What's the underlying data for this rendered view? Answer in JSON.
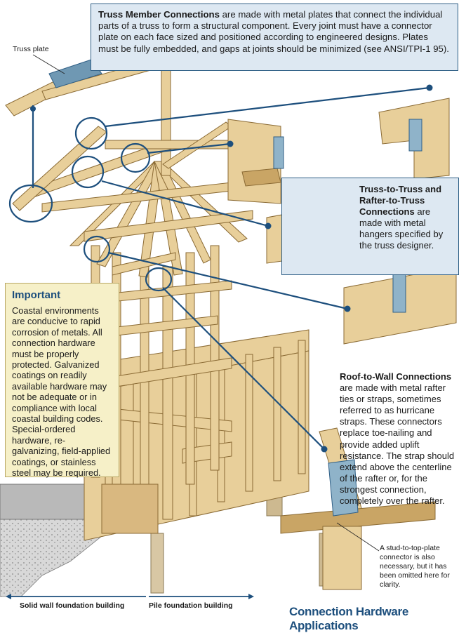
{
  "truss_callout": {
    "heading": "Truss Member Connections",
    "body": " are made with metal plates that connect the individual parts of a truss to form a structural component. Every joint must have a connector plate on each face sized and positioned according to engineered designs. Plates must be fully embedded, and gaps at joints should be minimized (see ANSI/TPI-1 95)."
  },
  "truss_plate_label": "Truss plate",
  "hanger_callout": {
    "heading": "Truss-to-Truss and Rafter-to-Truss Connections",
    "body": " are made with metal hangers specified by the truss designer."
  },
  "important": {
    "heading": "Important",
    "body": "Coastal environments are conducive to rapid corrosion of metals. All connection hardware must be properly protected. Galvanized coatings on readily available hardware may not be adequate or in compliance with local coastal building codes. Special-ordered hardware, re-galvanizing, field-applied coatings, or stainless steel may be required."
  },
  "roof_wall": {
    "heading": "Roof-to-Wall Connections",
    "body": " are made with metal rafter ties or straps, sometimes referred to as hurricane straps. These connectors replace toe-nailing and provide added uplift resistance. The strap should extend above the centerline of the rafter or, for the strongest connection, completely over the rafter."
  },
  "stud_note": "A stud-to-top-plate connector is also necessary, but it has been omitted here for clarity.",
  "footer": {
    "left_label": "Solid wall foundation building",
    "right_label": "Pile foundation building",
    "caption": "Connection Hardware Applications"
  },
  "colors": {
    "wood": "#e8cf9a",
    "wood_dark": "#c9a565",
    "callout_blue": "#dde8f2",
    "leader_blue": "#1d4f7d",
    "important_bg": "#f6f0c8",
    "metal": "#8fb3c9"
  }
}
